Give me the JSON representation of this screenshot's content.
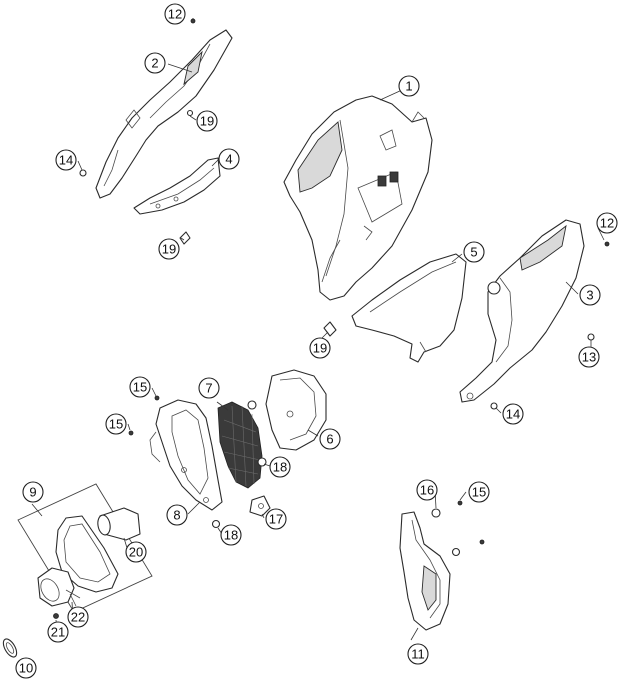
{
  "callouts": {
    "c1": "1",
    "c2": "2",
    "c3": "3",
    "c4": "4",
    "c5": "5",
    "c6": "6",
    "c7": "7",
    "c8": "8",
    "c9": "9",
    "c10": "10",
    "c11": "11",
    "c12a": "12",
    "c12b": "12",
    "c13": "13",
    "c14a": "14",
    "c14b": "14",
    "c15a": "15",
    "c15b": "15",
    "c15c": "15",
    "c16": "16",
    "c17": "17",
    "c18a": "18",
    "c18b": "18",
    "c19a": "19",
    "c19b": "19",
    "c19c": "19",
    "c20": "20",
    "c21": "21",
    "c22": "22"
  },
  "colors": {
    "line": "#2b2b2b",
    "background": "#ffffff",
    "filter_mesh": "#3a3a3a"
  }
}
